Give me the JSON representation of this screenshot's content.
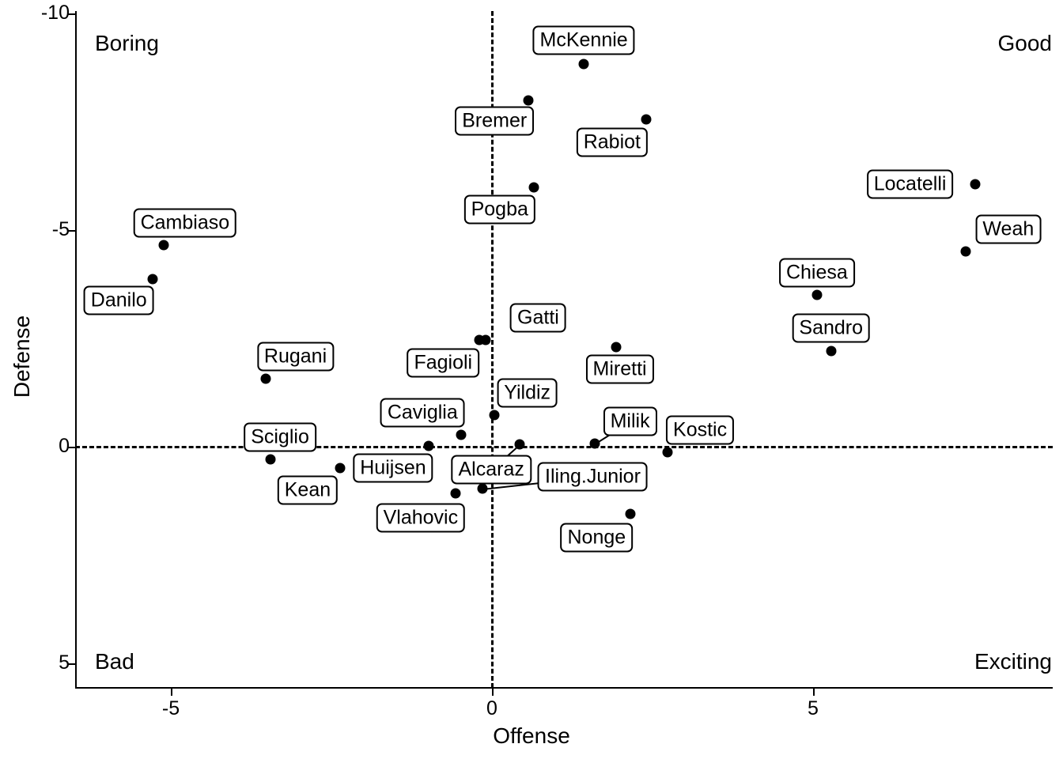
{
  "chart_data": {
    "type": "scatter",
    "title": "",
    "xlabel": "Offense",
    "ylabel": "Defense",
    "xlim": [
      -6.5,
      8.75
    ],
    "ylim": [
      -10.25,
      5.6
    ],
    "y_axis_inverted": true,
    "grid": false,
    "legend": null,
    "xticks": [
      -5,
      0,
      5
    ],
    "xticklabels": [
      "-5",
      "0",
      "5"
    ],
    "yticks": [
      -10,
      -5,
      0,
      5
    ],
    "yticklabels": [
      "-10",
      "-5",
      "0",
      "5"
    ],
    "reference_lines": [
      {
        "axis": "x",
        "value": 0,
        "style": "dashed"
      },
      {
        "axis": "y",
        "value": 0,
        "style": "dashed"
      }
    ],
    "quadrant_annotations": [
      {
        "text": "Boring",
        "corner": "top-left"
      },
      {
        "text": "Good",
        "corner": "top-right"
      },
      {
        "text": "Bad",
        "corner": "bottom-left"
      },
      {
        "text": "Exciting",
        "corner": "bottom-right"
      }
    ],
    "points": [
      {
        "label": "McKennie",
        "x": 1.43,
        "y": -8.83,
        "lx": 1.43,
        "ly": -9.38,
        "leader": false
      },
      {
        "label": "Bremer",
        "x": 0.57,
        "y": -7.99,
        "lx": 0.04,
        "ly": -7.52,
        "leader": false
      },
      {
        "label": "Rabiot",
        "x": 2.4,
        "y": -7.55,
        "lx": 1.87,
        "ly": -7.03,
        "leader": false
      },
      {
        "label": "Pogba",
        "x": 0.65,
        "y": -5.99,
        "lx": 0.12,
        "ly": -5.47,
        "leader": false
      },
      {
        "label": "Locatelli",
        "x": 7.52,
        "y": -6.06,
        "lx": 6.51,
        "ly": -6.06,
        "leader": false
      },
      {
        "label": "Weah",
        "x": 7.38,
        "y": -4.51,
        "lx": 8.04,
        "ly": -5.02,
        "leader": false
      },
      {
        "label": "Chiesa",
        "x": 5.06,
        "y": -3.5,
        "lx": 5.06,
        "ly": -4.01,
        "leader": false
      },
      {
        "label": "Sandro",
        "x": 5.28,
        "y": -2.21,
        "lx": 5.28,
        "ly": -2.73,
        "leader": false
      },
      {
        "label": "Cambiaso",
        "x": -5.11,
        "y": -4.65,
        "lx": -4.78,
        "ly": -5.16,
        "leader": false
      },
      {
        "label": "Danilo",
        "x": -5.28,
        "y": -3.87,
        "lx": -5.81,
        "ly": -3.37,
        "leader": false
      },
      {
        "label": "Rugani",
        "x": -3.52,
        "y": -1.57,
        "lx": -3.06,
        "ly": -2.08,
        "leader": false
      },
      {
        "label": "Gatti",
        "x": -0.1,
        "y": -2.46,
        "lx": 0.72,
        "ly": -2.97,
        "leader": false
      },
      {
        "label": "Miretti",
        "x": 1.93,
        "y": -2.3,
        "lx": 1.99,
        "ly": -1.79,
        "leader": false
      },
      {
        "label": "Fagioli",
        "x": -0.2,
        "y": -2.46,
        "lx": -0.76,
        "ly": -1.93,
        "leader": false
      },
      {
        "label": "Yildiz",
        "x": 0.04,
        "y": -0.73,
        "lx": 0.55,
        "ly": -1.24,
        "leader": false
      },
      {
        "label": "Caviglia",
        "x": -0.48,
        "y": -0.27,
        "lx": -1.08,
        "ly": -0.78,
        "leader": false
      },
      {
        "label": "Milik",
        "x": 1.6,
        "y": -0.07,
        "lx": 2.15,
        "ly": -0.58,
        "leader": true
      },
      {
        "label": "Kostic",
        "x": 2.73,
        "y": 0.13,
        "lx": 3.24,
        "ly": -0.38,
        "leader": false
      },
      {
        "label": "Sciglio",
        "x": -3.45,
        "y": 0.29,
        "lx": -3.3,
        "ly": -0.22,
        "leader": false
      },
      {
        "label": "Huijsen",
        "x": -0.99,
        "y": -0.02,
        "lx": -1.54,
        "ly": 0.49,
        "leader": false
      },
      {
        "label": "Kean",
        "x": -2.37,
        "y": 0.49,
        "lx": -2.87,
        "ly": 1.0,
        "leader": false
      },
      {
        "label": "Alcaraz",
        "x": 0.43,
        "y": -0.05,
        "lx": -0.01,
        "ly": 0.53,
        "leader": true
      },
      {
        "label": "Iling.Junior",
        "x": -0.15,
        "y": 0.97,
        "lx": 1.57,
        "ly": 0.69,
        "leader": true
      },
      {
        "label": "Vlahovic",
        "x": -0.57,
        "y": 1.08,
        "lx": -1.11,
        "ly": 1.64,
        "leader": false
      },
      {
        "label": "Nonge",
        "x": 2.16,
        "y": 1.55,
        "lx": 1.63,
        "ly": 2.09,
        "leader": false
      }
    ]
  }
}
